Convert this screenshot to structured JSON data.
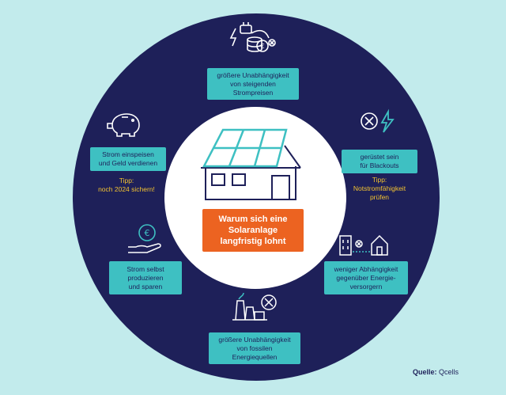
{
  "center": {
    "headline": "Warum sich eine\nSolaranlage\nlangfristig lohnt"
  },
  "items": {
    "top": {
      "label": "größere Unabhängigkeit\nvon steigenden\nStrompreisen",
      "icon": "plug-coins-icon"
    },
    "right_upper": {
      "label": "gerüstet sein\nfür Blackouts",
      "tip": "Tipp:\nNotstromfähigkeit\nprüfen",
      "icon": "no-power-icon"
    },
    "right_lower": {
      "label": "weniger Abhängigkeit\ngegenüber Energie-\nversorgern",
      "icon": "building-house-icon"
    },
    "bottom": {
      "label": "größere Unabhängigkeit\nvon fossilen\nEnergiequellen",
      "icon": "power-plant-icon"
    },
    "left_lower": {
      "label": "Strom selbst\nproduzieren\nund sparen",
      "icon": "hand-euro-icon"
    },
    "left_upper": {
      "label": "Strom einspeisen\nund Geld verdienen",
      "tip": "Tipp:\nnoch 2024 sichern!",
      "icon": "piggy-bank-icon"
    }
  },
  "source": {
    "prefix": "Quelle:",
    "name": "Qcells"
  },
  "colors": {
    "background": "#c2ebec",
    "ring": "#1e2059",
    "box": "#3ec0c2",
    "cta": "#ec6321",
    "tip": "#f2c230"
  }
}
